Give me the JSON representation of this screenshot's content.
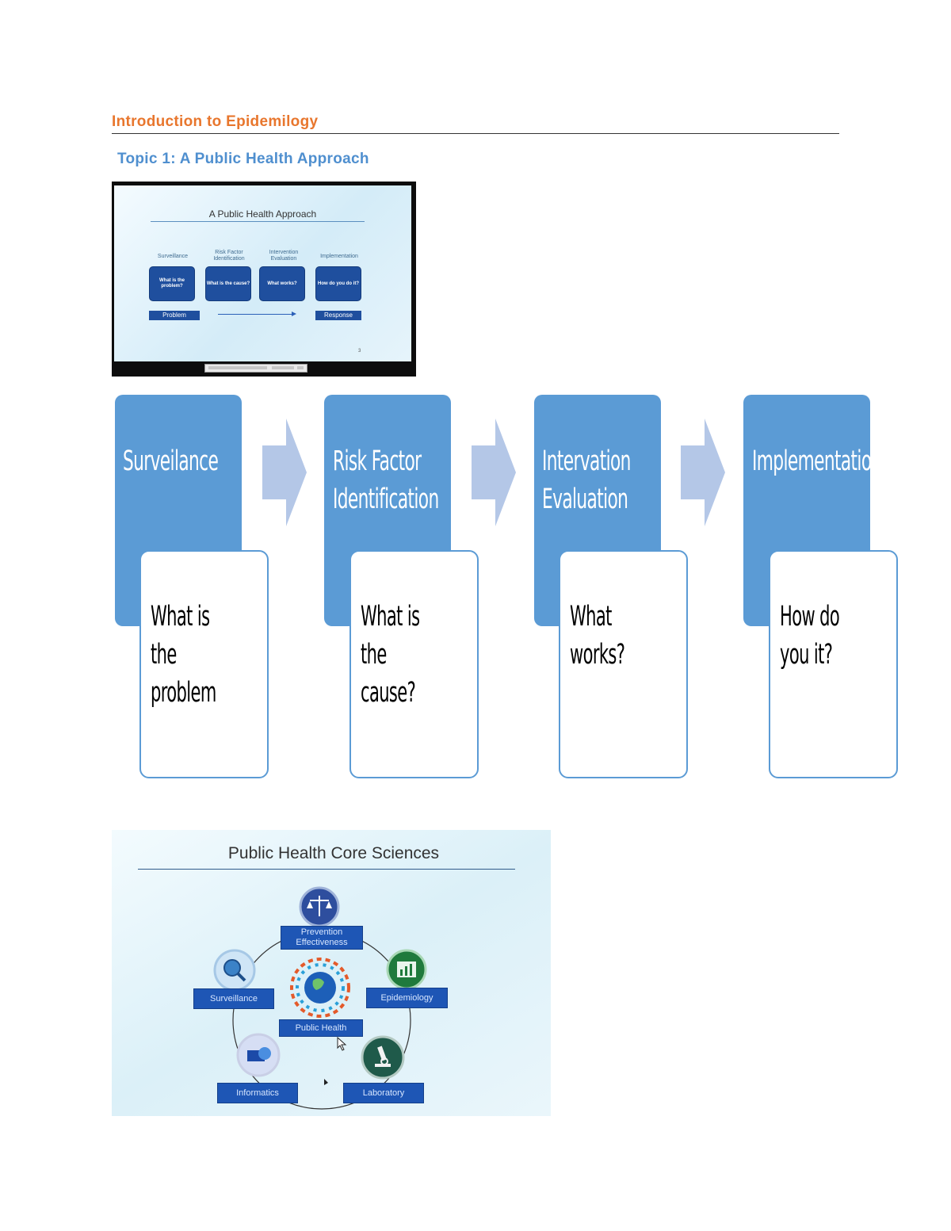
{
  "document": {
    "title": "Introduction to Epidemilogy",
    "topic": "Topic 1: A Public Health Approach"
  },
  "slide1": {
    "title": "A Public Health Approach",
    "columns": [
      {
        "label": "Surveillance",
        "box": "What is the problem?"
      },
      {
        "label": "Risk Factor Identification",
        "box": "What is the cause?"
      },
      {
        "label": "Intervention Evaluation",
        "box": "What works?"
      },
      {
        "label": "Implementation",
        "box": "How do you do it?"
      }
    ],
    "problem_tag": "Problem",
    "response_tag": "Response",
    "page_number": "3"
  },
  "process": {
    "steps": [
      {
        "heading": "Surveilance",
        "question": "What is the\nproblem"
      },
      {
        "heading": "Risk Factor\nIdentification",
        "question": "What is the\ncause?"
      },
      {
        "heading": "Intervation\nEvaluation",
        "question": "What works?"
      },
      {
        "heading": "Implementation",
        "question": "How do you it?"
      }
    ],
    "colors": {
      "heading": "#5b9bd5",
      "arrow": "#b4c7e7",
      "border": "#5b9bd5"
    }
  },
  "slide2": {
    "title": "Public Health Core Sciences",
    "center": "Public Health",
    "nodes": [
      {
        "label": "Prevention Effectiveness",
        "icon": "scales-icon"
      },
      {
        "label": "Epidemiology",
        "icon": "chart-icon"
      },
      {
        "label": "Laboratory",
        "icon": "microscope-icon"
      },
      {
        "label": "Informatics",
        "icon": "computer-icon"
      },
      {
        "label": "Surveillance",
        "icon": "magnifier-globe-icon"
      }
    ]
  }
}
